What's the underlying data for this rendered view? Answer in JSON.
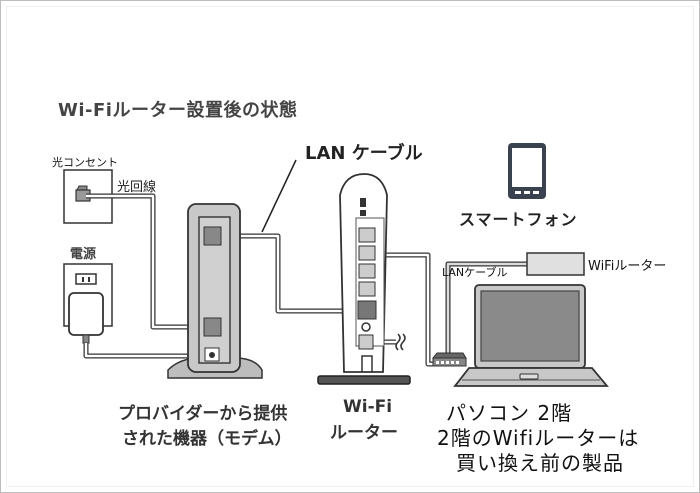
{
  "title": "Wi-Fiルーター設置後の状態",
  "labels": {
    "optical_outlet": "光コンセント",
    "optical_line": "光回線",
    "power": "電源",
    "lan_cable_main": "LAN ケーブル",
    "smartphone": "スマートフォン",
    "lan_cable_second": "LANケーブル",
    "wifi_router_second": "WiFiルーター",
    "modem_line1": "プロバイダーから提供",
    "modem_line2": "された機器（モデム）",
    "router_line1": "Wi-Fi",
    "router_line2": "ルーター",
    "pc_line1": "パソコン 2階",
    "note_line1": "2階のWifiルーターは",
    "note_line2": "買い換え前の製品"
  },
  "colors": {
    "device_fill": "#c8c8c8",
    "device_stroke": "#333333",
    "cable_fill": "#ffffff",
    "screen_fill": "#8a8a8a",
    "phone_fill": "#3a4250"
  }
}
